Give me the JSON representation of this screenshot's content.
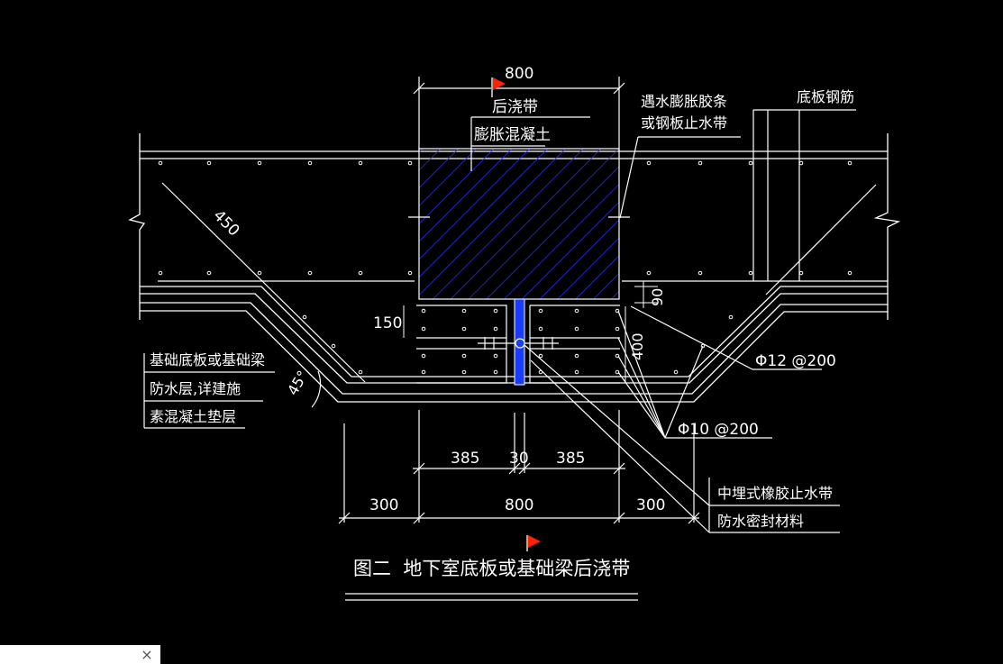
{
  "drawing": {
    "title": "图二  地下室底板或基础梁后浇带",
    "labels": {
      "post_pour_strip": "后浇带",
      "expansive_concrete": "膨胀混凝土",
      "water_swelling_strip_line1": "遇水膨胀胶条",
      "water_swelling_strip_line2": "或钢板止水带",
      "slab_rebar": "底板钢筋",
      "foundation_slab": "基础底板或基础梁",
      "waterproof_layer": "防水层,详建施",
      "plain_concrete_cushion": "素混凝土垫层",
      "embedded_waterstop": "中埋式橡胶止水带",
      "waterproof_sealant": "防水密封材料",
      "rebar_12": "Φ12 @200",
      "rebar_10": "Φ10 @200"
    },
    "dimensions": {
      "top_width": "800",
      "diag_450": "450",
      "dim_150": "150",
      "dim_90": "90",
      "dim_400": "400",
      "angle_45": "45°",
      "bottom_385_left": "385",
      "bottom_30": "30",
      "bottom_385_right": "385",
      "bottom_300_left": "300",
      "bottom_800": "800",
      "bottom_300_right": "300"
    },
    "colors": {
      "background": "#000000",
      "line": "#ffffff",
      "hatch": "#2a2aff",
      "waterstop": "#1a3cff",
      "flag": "#ff2200"
    }
  },
  "corner": {
    "close_symbol": "×"
  }
}
